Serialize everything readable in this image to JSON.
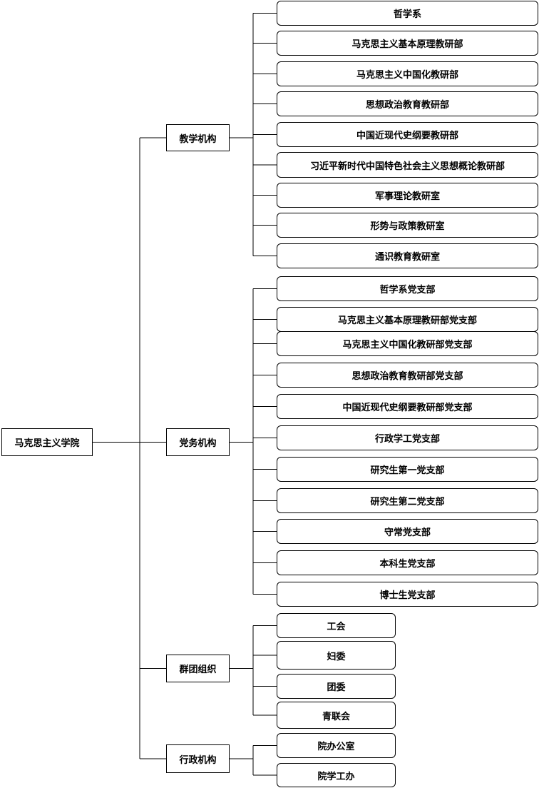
{
  "root": "马克思主义学院",
  "groups": [
    {
      "name": "教学机构",
      "items": [
        "哲学系",
        "马克思主义基本原理教研部",
        "马克思主义中国化教研部",
        "思想政治教育教研部",
        "中国近现代史纲要教研部",
        "习近平新时代中国特色社会主义思想概论教研部",
        "军事理论教研室",
        "形势与政策教研室",
        "通识教育教研室"
      ]
    },
    {
      "name": "党务机构",
      "items": [
        "哲学系党支部",
        "马克思主义基本原理教研部党支部",
        "马克思主义中国化教研部党支部",
        "思想政治教育教研部党支部",
        "中国近现代史纲要教研部党支部",
        "行政学工党支部",
        "研究生第一党支部",
        "研究生第二党支部",
        "守常党支部",
        "本科生党支部",
        "博士生党支部"
      ]
    },
    {
      "name": "群团组织",
      "items": [
        "工会",
        "妇委",
        "团委",
        "青联会"
      ]
    },
    {
      "name": "行政机构",
      "items": [
        "院办公室",
        "院学工办"
      ]
    }
  ]
}
